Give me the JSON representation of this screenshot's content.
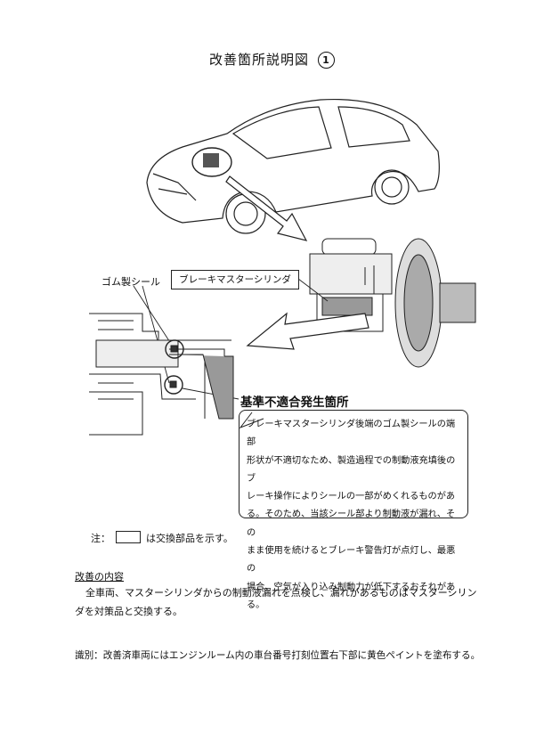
{
  "header": {
    "title": "改善箇所説明図",
    "number": "1"
  },
  "callouts": {
    "brake_master_cylinder": "ブレーキマスターシリンダ",
    "rubber_seal": "ゴム製シール"
  },
  "defect": {
    "heading": "基準不適合発生箇所",
    "lines": [
      "ブレーキマスターシリンダ後端のゴム製シールの端部",
      "形状が不適切なため、製造過程での制動液充填後のブ",
      "レーキ操作によりシールの一部がめくれるものがあ",
      "る。そのため、当該シール部より制動液が漏れ、その",
      "まま使用を続けるとブレーキ警告灯が点灯し、最悪の",
      "場合、空気が入り込み制動力が低下するおそれがある。"
    ]
  },
  "note": {
    "prefix": "注：",
    "suffix": "は交換部品を示す。"
  },
  "improvement": {
    "heading": "改善の内容",
    "body": "全車両、マスターシリンダからの制動液漏れを点検し、漏れがあるものはマスターシリンダを対策品と交換する。"
  },
  "identification": "識別：改善済車両にはエンジンルーム内の車台番号打刻位置右下部に黄色ペイントを塗布する。"
}
